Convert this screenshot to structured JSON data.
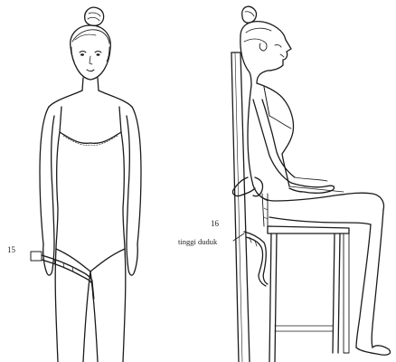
{
  "figure": {
    "standing": {
      "marker": "15"
    },
    "seated": {
      "marker": "16",
      "caption": "tinggi duduk"
    }
  },
  "colors": {
    "ink": "#1b1b1b",
    "paper": "#ffffff"
  }
}
